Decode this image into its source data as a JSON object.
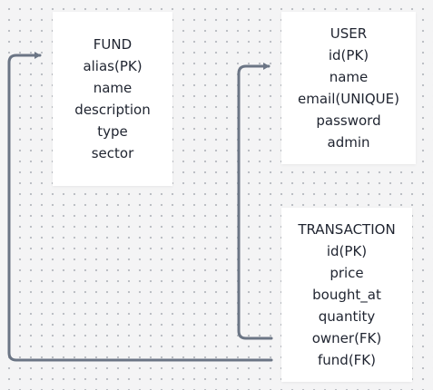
{
  "diagram": {
    "colors": {
      "background": "#f4f4f5",
      "dots": "#b9bcc2",
      "card": "#ffffff",
      "text": "#1f2430",
      "connector": "#6b7585"
    },
    "entities": {
      "fund": {
        "title": "FUND",
        "fields": [
          "alias(PK)",
          "name",
          "description",
          "type",
          "sector"
        ]
      },
      "user": {
        "title": "USER",
        "fields": [
          "id(PK)",
          "name",
          "email(UNIQUE)",
          "password",
          "admin"
        ]
      },
      "transaction": {
        "title": "TRANSACTION",
        "fields": [
          "id(PK)",
          "price",
          "bought_at",
          "quantity",
          "owner(FK)",
          "fund(FK)"
        ]
      }
    },
    "relations": [
      {
        "from": "transaction.owner(FK)",
        "to": "user.id(PK)"
      },
      {
        "from": "transaction.fund(FK)",
        "to": "fund.alias(PK)"
      }
    ]
  }
}
